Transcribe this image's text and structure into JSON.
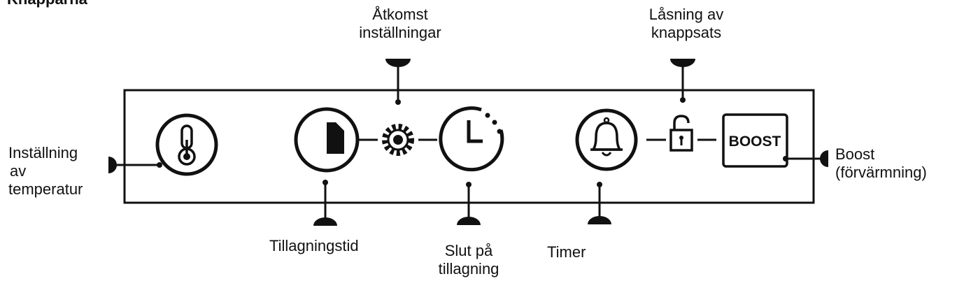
{
  "title": "Knapparna",
  "colors": {
    "line": "#111111",
    "background": "#ffffff"
  },
  "icons": [
    "thermometer-icon",
    "cooking-time-icon",
    "gear-icon",
    "end-of-cooking-icon",
    "bell-icon",
    "padlock-icon"
  ],
  "buttons": {
    "boost": "BOOST"
  },
  "labels": {
    "settings_access": [
      "Åtkomst",
      "inställningar"
    ],
    "keypad_lock": [
      "Låsning av",
      "knappsats"
    ],
    "temperature": [
      "Inställning",
      "av",
      "temperatur"
    ],
    "cooking_time": [
      "Tillagningstid"
    ],
    "end_of_cooking": [
      "Slut på",
      "tillagning"
    ],
    "timer": [
      "Timer"
    ],
    "boost": [
      "Boost",
      "(förvärmning)"
    ]
  }
}
